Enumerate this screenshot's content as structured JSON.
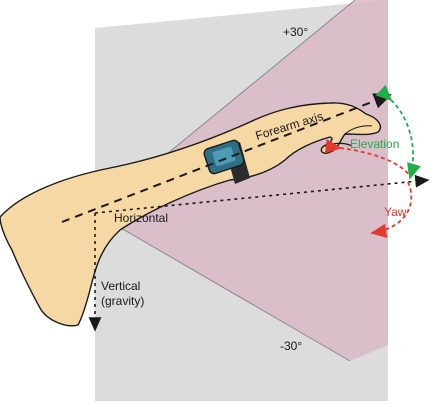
{
  "labels": {
    "plus30": "+30°",
    "minus30": "-30°",
    "forearm_axis": "Forearm axis",
    "elevation": "Elevation",
    "horizontal": "Horizontal",
    "yaw": "Yaw",
    "vertical_line1": "Vertical",
    "vertical_line2": "(gravity)"
  },
  "colors": {
    "vertical_plane": "#d8d8d8",
    "wedge_plane": "#d9b9c6",
    "skin": "#f6d8a4",
    "skin_outline": "#1a1a1a",
    "watch": "#2e6f86",
    "elevation": "#1fae4a",
    "yaw": "#e23b2e",
    "axis_line": "#1a1a1a"
  }
}
